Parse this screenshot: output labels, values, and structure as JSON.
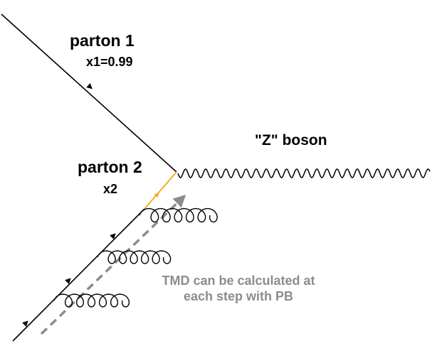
{
  "labels": {
    "parton1": "parton 1",
    "parton1_x": "x1=0.99",
    "parton2": "parton 2",
    "parton2_x": "x2",
    "boson": "\"Z\"  boson"
  },
  "note": {
    "line1": "TMD can be calculated at",
    "line2": "each step with PB"
  },
  "colors": {
    "lines": "#000000",
    "highlighted_propagator": "#f0b020",
    "annotation": "#8c8c8c",
    "background": "#ffffff"
  }
}
